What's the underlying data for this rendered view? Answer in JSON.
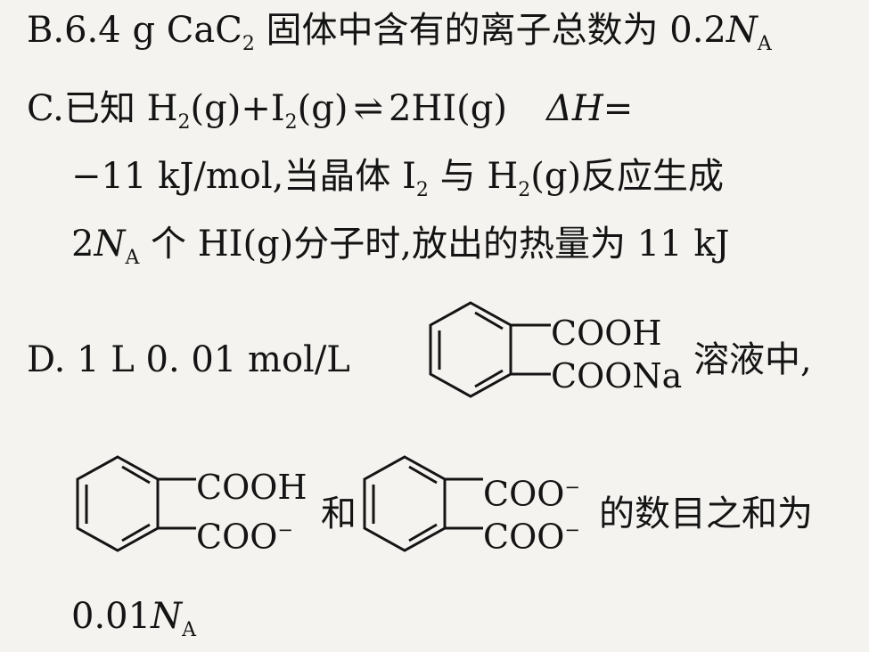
{
  "option_b": {
    "label": "B.",
    "text1": "6.4 g CaC",
    "sub1": "2",
    "text2": " 固体中含有的离子总数为 0.2",
    "na": "N",
    "na_sub": "A"
  },
  "option_c": {
    "label": "C.",
    "line1_text": "已知 H",
    "line1_s1": "2",
    "line1_t2": "(g)+I",
    "line1_s2": "2",
    "line1_t3": "(g)",
    "line1_arrow": "⇌",
    "line1_t4": "2HI(g)",
    "line1_dh": "ΔH",
    "line1_eq": "=",
    "line2_text": "−11 kJ/mol,当晶体 I",
    "line2_s1": "2",
    "line2_t2": " 与 H",
    "line2_s2": "2",
    "line2_t3": "(g)反应生成",
    "line3_t1": "2",
    "line3_na": "N",
    "line3_na_sub": "A",
    "line3_t2": " 个 HI(g)分子时,放出的热量为 11 kJ"
  },
  "option_d": {
    "label": "D.",
    "text1": "1 L 0. 01 mol/L",
    "mol1_top": "COOH",
    "mol1_bot": "COONa",
    "text2": "溶液中,",
    "mol2_top": "COOH",
    "mol2_bot": "COO",
    "mol2_bot_sup": "−",
    "and": "和",
    "mol3_top": "COO",
    "mol3_top_sup": "−",
    "mol3_bot": "COO",
    "mol3_bot_sup": "−",
    "text3": "的数目之和为",
    "last_t1": "0.01",
    "last_na": "N",
    "last_na_sub": "A"
  }
}
